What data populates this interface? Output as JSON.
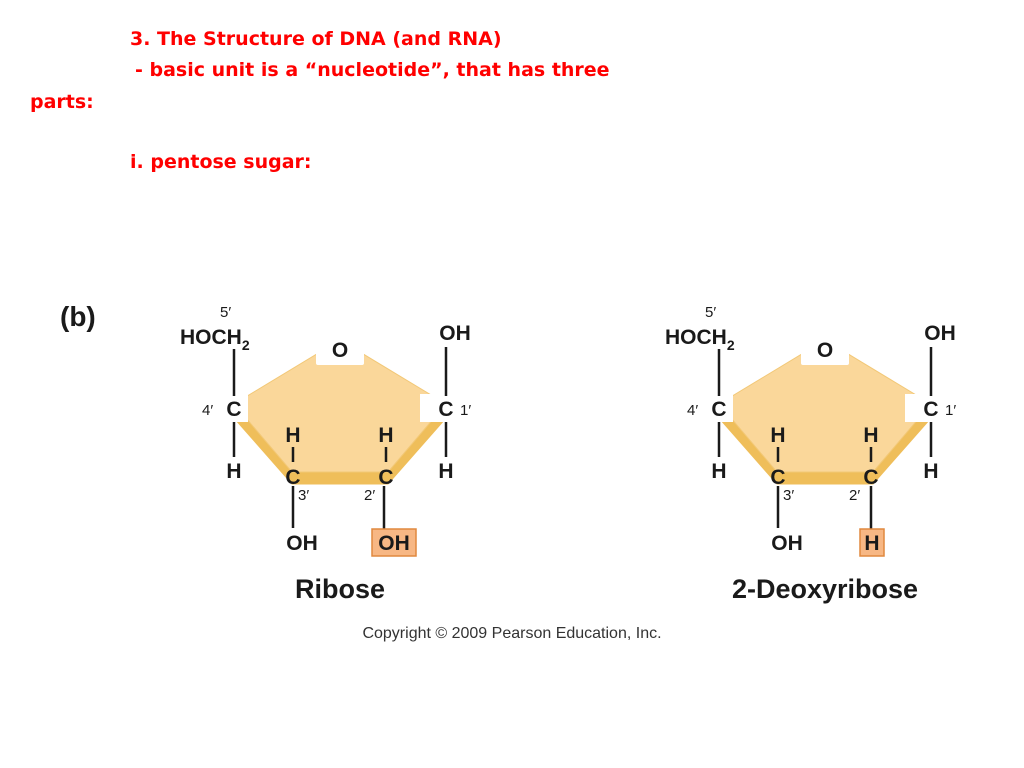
{
  "heading": {
    "line1": "3. The Structure of DNA (and RNA)",
    "line2": "- basic unit is a “nucleotide”, that has three",
    "line3": "parts:",
    "line4": "i. pentose sugar:"
  },
  "figure": {
    "panel_label": "(b)",
    "copyright": "Copyright © 2009 Pearson Education, Inc.",
    "colors": {
      "heading": "#ff0000",
      "ring_fill": "#fad79a",
      "ring_edge": "#efbe5a",
      "highlight_fill": "#f7b784",
      "highlight_edge": "#e0883e"
    },
    "ribose": {
      "name": "Ribose",
      "five_prime": "5′",
      "hoch2": "HOCH",
      "hoch2_sub": "2",
      "ring_o": "O",
      "c1_oh": "OH",
      "c4": "C",
      "c4_label": "4′",
      "c1": "C",
      "c1_label": "1′",
      "c4_h": "H",
      "c1_h": "H",
      "c3_h": "H",
      "c2_h": "H",
      "c3": "C",
      "c2": "C",
      "c3_label": "3′",
      "c2_label": "2′",
      "c3_sub": "OH",
      "c2_sub": "OH"
    },
    "deoxyribose": {
      "name": "2-Deoxyribose",
      "five_prime": "5′",
      "hoch2": "HOCH",
      "hoch2_sub": "2",
      "ring_o": "O",
      "c1_oh": "OH",
      "c4": "C",
      "c4_label": "4′",
      "c1": "C",
      "c1_label": "1′",
      "c4_h": "H",
      "c1_h": "H",
      "c3_h": "H",
      "c2_h": "H",
      "c3": "C",
      "c2": "C",
      "c3_label": "3′",
      "c2_label": "2′",
      "c3_sub": "OH",
      "c2_sub": "H"
    }
  }
}
